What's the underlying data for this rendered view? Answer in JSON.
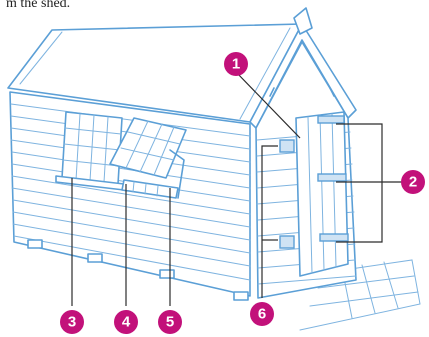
{
  "caption": "m the shed.",
  "callouts": [
    {
      "number": "1"
    },
    {
      "number": "2"
    },
    {
      "number": "3"
    },
    {
      "number": "4"
    },
    {
      "number": "5"
    },
    {
      "number": "6"
    }
  ],
  "colors": {
    "line": "#5b9fd6",
    "badge": "#c2117a",
    "leader": "#2c2c2c"
  }
}
